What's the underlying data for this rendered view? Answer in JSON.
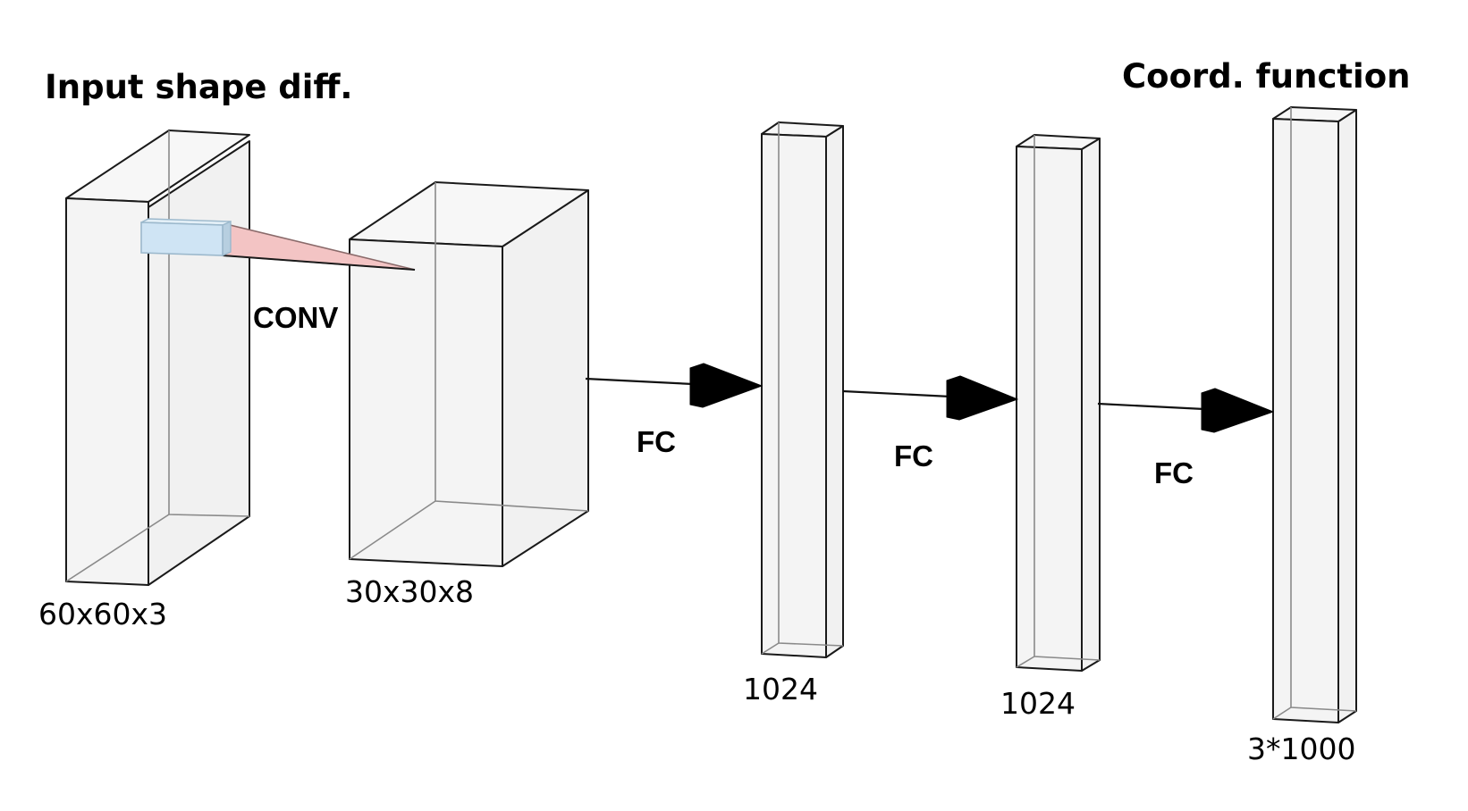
{
  "headings": {
    "input": "Input shape diff.",
    "output": "Coord. function"
  },
  "layers": [
    {
      "id": "input",
      "dim_label": "60x60x3"
    },
    {
      "id": "conv_out",
      "dim_label": "30x30x8"
    },
    {
      "id": "fc1",
      "dim_label": "1024"
    },
    {
      "id": "fc2",
      "dim_label": "1024"
    },
    {
      "id": "output",
      "dim_label": "3*1000"
    }
  ],
  "operations": {
    "conv": "CONV",
    "fc1": "FC",
    "fc2": "FC",
    "fc3": "FC"
  },
  "colors": {
    "kernel_fill": "#cfe4f4",
    "kernel_stroke": "#9bb8cc",
    "receptive_field_fill": "#f3c4c4",
    "receptive_field_stroke": "#8a6a6a",
    "block_fill": "#f4f4f4",
    "block_stroke": "#1a1a1a",
    "arrow": "#000000"
  }
}
